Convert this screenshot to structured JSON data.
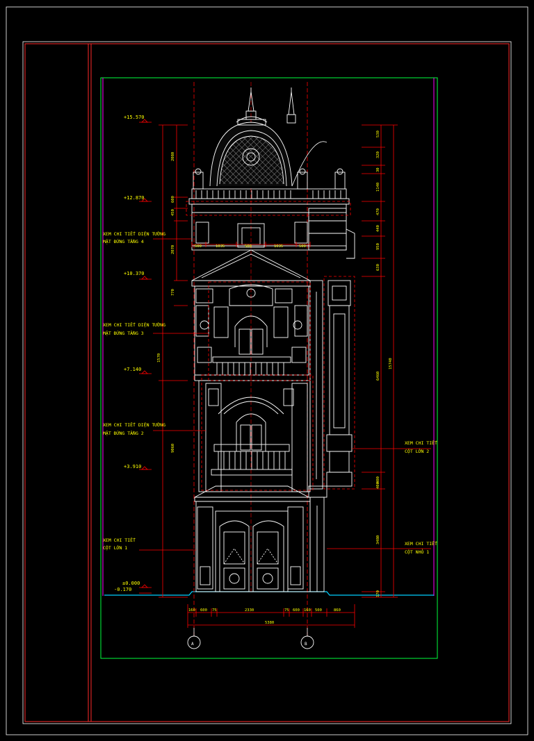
{
  "drawing": {
    "colors": {
      "background": "#000000",
      "frame": "#ffffff",
      "border": "#ff2a2a",
      "viewport": "#00ff3c",
      "dimension": "#ff0000",
      "text": "#ffff00",
      "building": "#ffffff",
      "ground": "#00d0ff",
      "edge": "#ff00ff"
    },
    "levels": [
      {
        "label": "+15.570"
      },
      {
        "label": "+12.870"
      },
      {
        "label": "+10.370"
      },
      {
        "label": "+7.140"
      },
      {
        "label": "+3.910"
      },
      {
        "label": "±0.000"
      },
      {
        "label": "-0.170"
      }
    ],
    "notes_left": [
      {
        "line1": "XEM CHI TIẾT DIỆN TƯỜNG",
        "line2": "MẶT ĐỨNG TẦNG 4"
      },
      {
        "line1": "XEM CHI TIẾT DIỆN TƯỜNG",
        "line2": "MẶT ĐỨNG TẦNG 3"
      },
      {
        "line1": "XEM CHI TIẾT DIỆN TƯỜNG",
        "line2": "MẶT ĐỨNG TẦNG 2"
      },
      {
        "line1": "XEM CHI TIẾT",
        "line2": "CỘT LỚN 1"
      }
    ],
    "notes_right": [
      {
        "line1": "XEM CHI TIẾT",
        "line2": "CỘT LỚN 2"
      },
      {
        "line1": "XEM CHI TIẾT",
        "line2": "CỘT NHỎ 1"
      }
    ],
    "left_dims": [
      "2080",
      "600",
      "450",
      "2070",
      "770",
      "1570",
      "9060"
    ],
    "top_dims": [
      "500",
      "1035",
      "500",
      "1035",
      "500"
    ],
    "right_dims": [
      "530",
      "320",
      "30",
      "1140",
      "470",
      "440",
      "950",
      "630",
      "6460",
      "400",
      "400",
      "3480",
      "170",
      "15740"
    ],
    "bottom_dims": [
      "160",
      "600",
      "75",
      "2330",
      "75",
      "600",
      "160",
      "500",
      "860"
    ],
    "total_width": "5380",
    "grid_axes": [
      "A",
      "B"
    ]
  }
}
